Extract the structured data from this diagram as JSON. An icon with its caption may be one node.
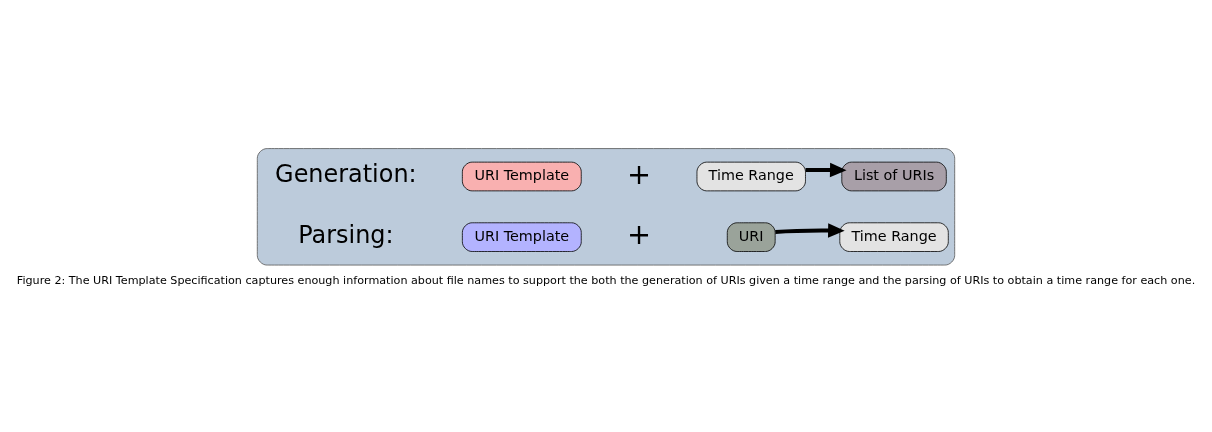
{
  "diagram": {
    "caption": "Figure 2: The URI Template Specification captures enough information about file names to support the both the generation of URIs given a time range and the parsing of URIs to obtain a time range for each one.",
    "nodes": [
      {
        "text": [],
        "shape": "box"
      },
      {
        "text": [
          "URI Template"
        ],
        "in": 0
      },
      {
        "text": [
          "Time Range"
        ],
        "in": 0
      },
      {
        "text": [
          "List of URIs"
        ],
        "in": 0
      },
      {
        "text": [
          "URI Template"
        ],
        "in": 0
      },
      {
        "text": [
          "URI"
        ],
        "in": 0
      },
      {
        "text": [
          "Time Range"
        ],
        "in": 0
      }
    ],
    "edges": [
      {
        "from": 2,
        "to": 3,
        "arrow": "to"
      },
      {
        "from": 5,
        "to": 6,
        "arrow": "to"
      }
    ],
    "labels": [
      "Generation:",
      "+",
      "Parsing:",
      "+"
    ]
  }
}
